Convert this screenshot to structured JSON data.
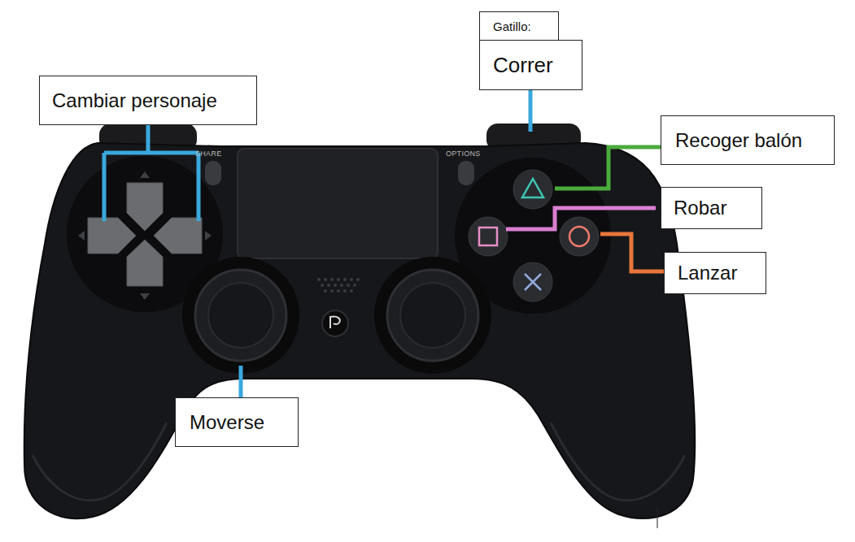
{
  "diagram": {
    "nodes": [
      {
        "text": [
          "Gatillo:"
        ]
      },
      {
        "text": [
          "Correr"
        ]
      },
      {
        "text": [
          "Cambiar personaje"
        ]
      },
      {
        "text": [
          "Recoger balón"
        ]
      },
      {
        "text": [
          "Robar"
        ]
      },
      {
        "text": [
          "Lanzar"
        ]
      },
      {
        "text": [
          "Moverse"
        ]
      }
    ],
    "labels": [
      "SHARE",
      "OPTIONS"
    ]
  }
}
